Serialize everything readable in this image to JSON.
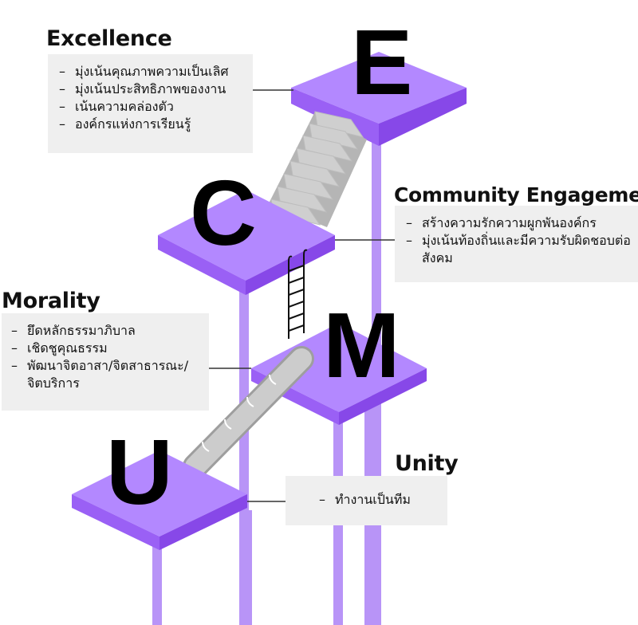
{
  "sections": {
    "excellence": {
      "letter": "E",
      "title": "Excellence",
      "items": [
        "มุ่งเน้นคุณภาพความเป็นเลิศ",
        "มุ่งเน้นประสิทธิภาพของงาน",
        "เน้นความคล่องตัว",
        "องค์กรแห่งการเรียนรู้"
      ]
    },
    "community": {
      "letter": "C",
      "title": "Community Engagement",
      "items": [
        "สร้างความรักความผูกพันองค์กร",
        "มุ่งเน้นท้องถิ่นและมีความรับผิดชอบต่อสังคม"
      ]
    },
    "morality": {
      "letter": "M",
      "title": "Morality",
      "items": [
        "ยึดหลักธรรมาภิบาล",
        "เชิดชูคุณธรรม",
        "พัฒนาจิตอาสา/จิตสาธารณะ/จิตบริการ"
      ]
    },
    "unity": {
      "letter": "U",
      "title": "Unity",
      "items": [
        "ทำงานเป็นทีม"
      ]
    }
  },
  "colors": {
    "platform_top": "#b388ff",
    "platform_left": "#9a60f5",
    "platform_right": "#8748e8",
    "pillar": "#b894f7",
    "pillar_shade": "#9c74e8",
    "info_box": "#efefef",
    "stair": "#c4c4c4",
    "connector": "#333333"
  }
}
